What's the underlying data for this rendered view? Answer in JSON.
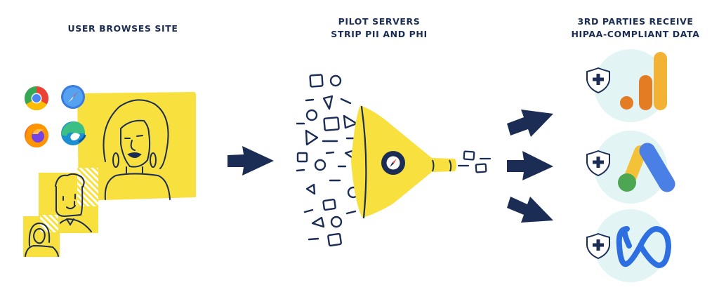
{
  "steps": [
    {
      "title_line1": "USER BROWSES SITE",
      "title_line2": ""
    },
    {
      "title_line1": "PILOT SERVERS",
      "title_line2": "STRIP PII AND PHI"
    },
    {
      "title_line1": "3RD PARTIES RECEIVE",
      "title_line2": "HIPAA-COMPLIANT DATA"
    }
  ],
  "browsers": [
    "chrome-icon",
    "safari-icon",
    "firefox-icon",
    "edge-icon"
  ],
  "users": [
    "user-woman-afro",
    "user-man",
    "user-woman-hijab"
  ],
  "filter": {
    "icon": "compass-icon",
    "label": "Pilot funnel"
  },
  "third_parties": [
    {
      "name": "Google Analytics",
      "icon": "google-analytics-icon",
      "badge": "shield-plus-icon"
    },
    {
      "name": "Google Ads",
      "icon": "google-ads-icon",
      "badge": "shield-plus-icon"
    },
    {
      "name": "Meta",
      "icon": "meta-icon",
      "badge": "shield-plus-icon"
    }
  ],
  "colors": {
    "navy": "#1b2d55",
    "yellow": "#f8e13f",
    "circle_bg": "#e3f4f4",
    "ga_orange": "#e37c22",
    "ga_yellow": "#f3b233",
    "ads_blue": "#4a7fe6",
    "ads_yellow": "#f4c239",
    "ads_green": "#4ca652",
    "meta_blue": "#2d6fe0"
  }
}
